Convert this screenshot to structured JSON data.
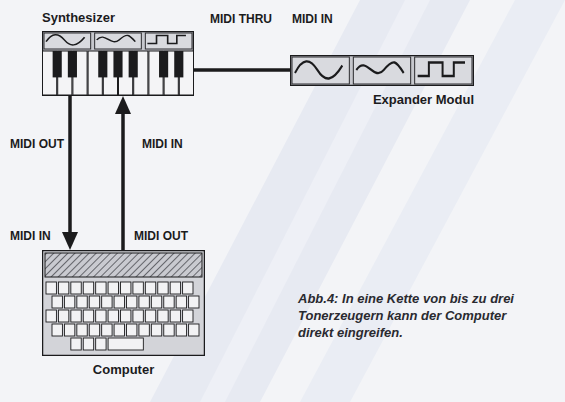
{
  "diagram": {
    "caption": "Abb.4: In eine Kette von bis zu drei Tonerzeugern kann der Computer direkt eingreifen.",
    "nodes": [
      {
        "text": [
          "Synthesizer"
        ]
      },
      {
        "text": [
          "Expander Modul"
        ]
      },
      {
        "text": [
          "Computer"
        ]
      }
    ],
    "edges": [
      {
        "from": 0,
        "to": 1,
        "arrow": "none"
      },
      {
        "from": 0,
        "to": 2,
        "arrow": "to"
      },
      {
        "from": 2,
        "to": 0,
        "arrow": "to"
      }
    ],
    "labels": [
      "MIDI THRU",
      "MIDI IN",
      "MIDI OUT",
      "MIDI IN",
      "MIDI IN",
      "MIDI OUT"
    ]
  }
}
